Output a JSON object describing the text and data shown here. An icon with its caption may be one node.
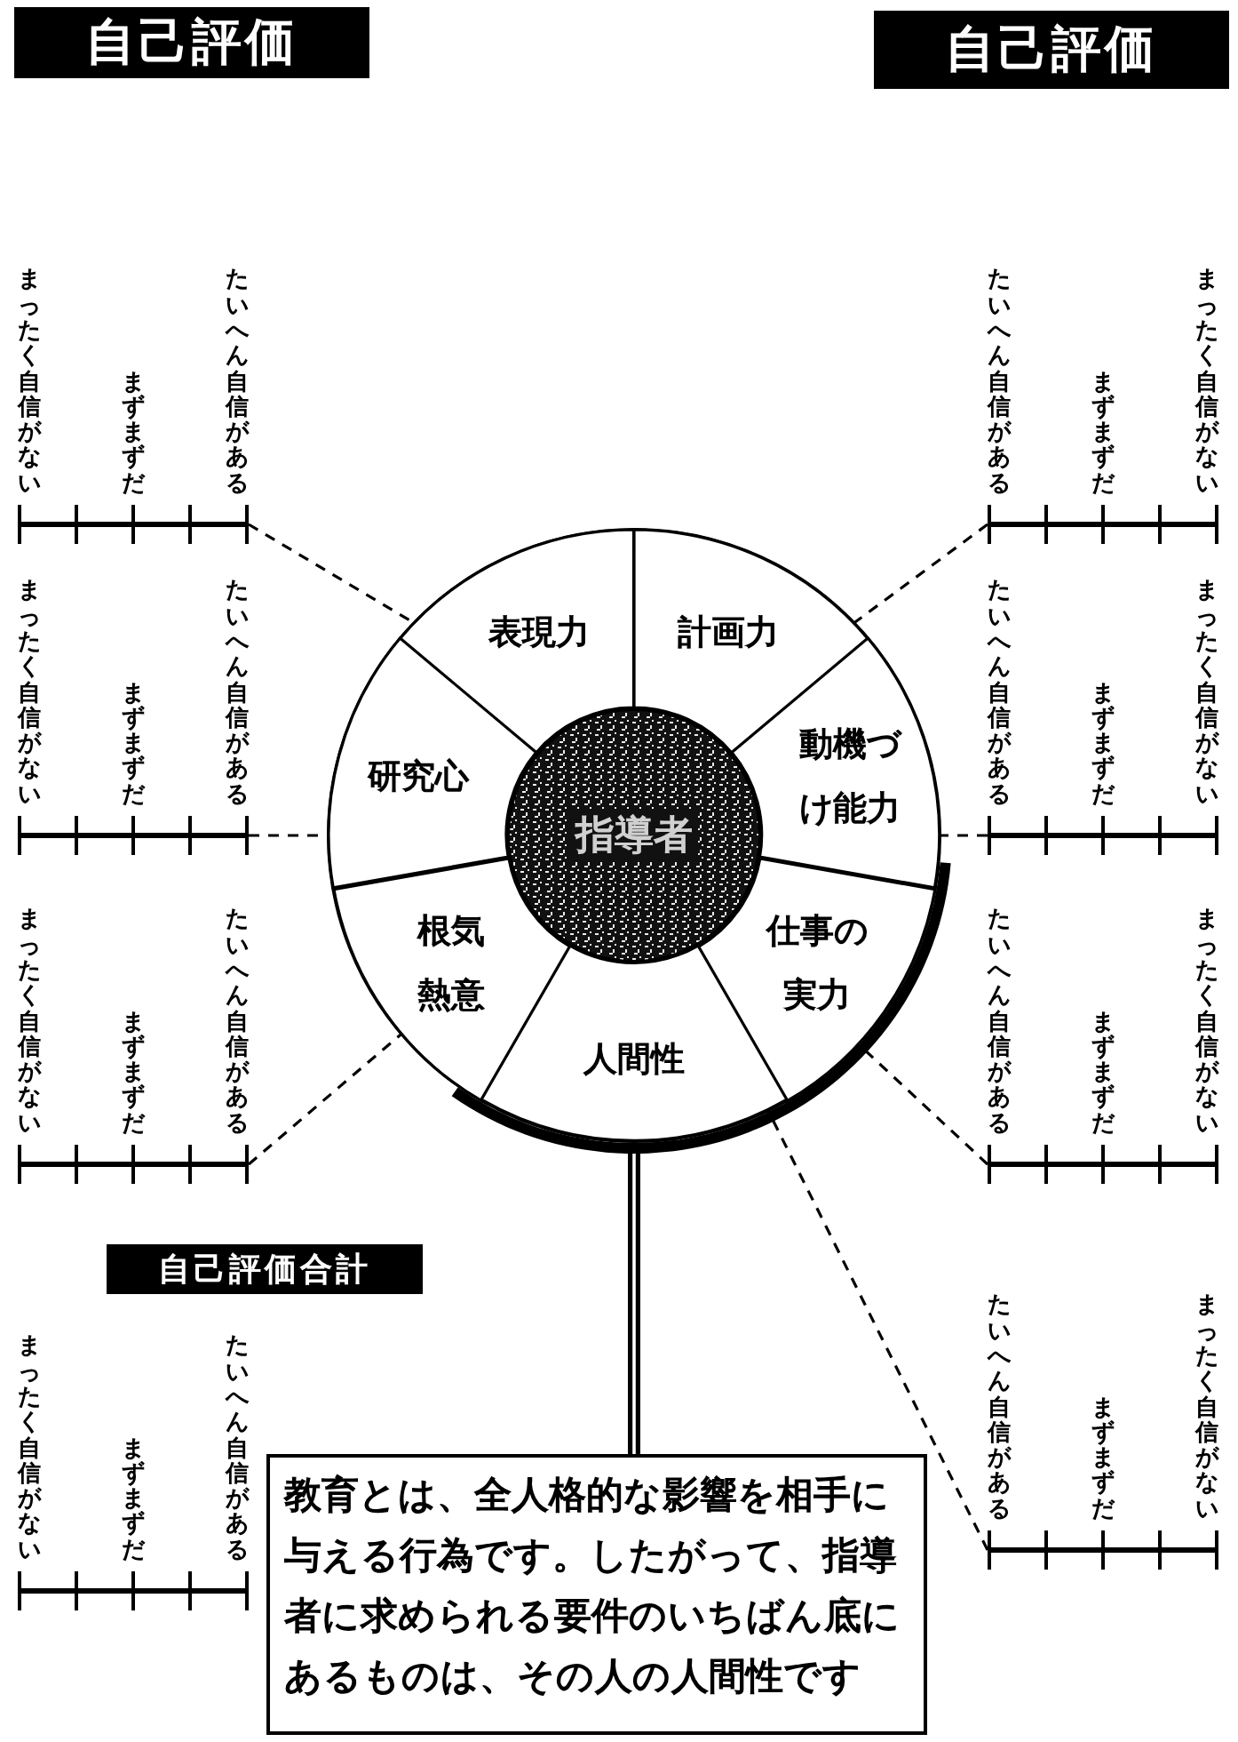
{
  "diagram": {
    "nodes": [
      {
        "text": [
          "自己評価"
        ]
      },
      {
        "text": [
          "自己評価"
        ]
      },
      {
        "text": [
          "まったく自信がない",
          "まずまずだ",
          "たいへん自信がある"
        ]
      },
      {
        "text": [
          "たいへん自信がある",
          "まずまずだ",
          "まったく自信がない"
        ]
      },
      {
        "text": [],
        "shape": "circle"
      },
      {
        "text": [
          "表現力"
        ],
        "in": 4
      },
      {
        "text": [
          "計画力"
        ],
        "in": 4
      },
      {
        "text": [
          "研究心"
        ],
        "in": 4
      },
      {
        "text": [
          "指導者"
        ],
        "in": 4
      },
      {
        "text": [
          "動機づけ能力"
        ],
        "in": 4
      },
      {
        "text": [
          "根気熱意"
        ],
        "in": 4
      },
      {
        "text": [
          "仕事の実力"
        ],
        "in": 4
      },
      {
        "text": [
          "人間性"
        ],
        "in": 4
      },
      {
        "text": [
          "まったく自信がない",
          "まずまずだ",
          "たいへん自信がある"
        ]
      },
      {
        "text": [
          "たいへん自信がある",
          "まずまずだ",
          "まったく自信がない"
        ]
      },
      {
        "text": [
          "まったく自信がない",
          "まずまずだ",
          "たいへん自信がある"
        ]
      },
      {
        "text": [
          "たいへん自信がある",
          "まずまずだ",
          "まったく自信がない"
        ]
      },
      {
        "text": [
          "自己評価合計"
        ]
      },
      {
        "text": [
          "まったく自信がない",
          "まずまずだ",
          "たいへん自信がある"
        ]
      },
      {
        "text": [
          "たいへん自信がある",
          "まずまずだ",
          "まったく自信がない"
        ]
      },
      {
        "text": [
          "教育とは、全人格的な影響を相手に与える行為です。したがって、指導者に求められる要件のいちばん底にあるものは、その人の人間性です"
        ]
      }
    ],
    "edges": [
      {
        "from": 2,
        "to": 5,
        "arrow": "none",
        "style": "dashed"
      },
      {
        "from": 3,
        "to": 6,
        "arrow": "none",
        "style": "dashed"
      },
      {
        "from": 14,
        "to": 9,
        "arrow": "none",
        "style": "dashed"
      },
      {
        "from": 13,
        "to": 7,
        "arrow": "none",
        "style": "dashed"
      },
      {
        "from": 15,
        "to": 10,
        "arrow": "none",
        "style": "dashed"
      },
      {
        "from": 16,
        "to": 11,
        "arrow": "none",
        "style": "dashed"
      },
      {
        "from": 19,
        "to": 12,
        "arrow": "none",
        "style": "dashed"
      },
      {
        "from": 4,
        "to": 20,
        "arrow": "none"
      }
    ]
  }
}
